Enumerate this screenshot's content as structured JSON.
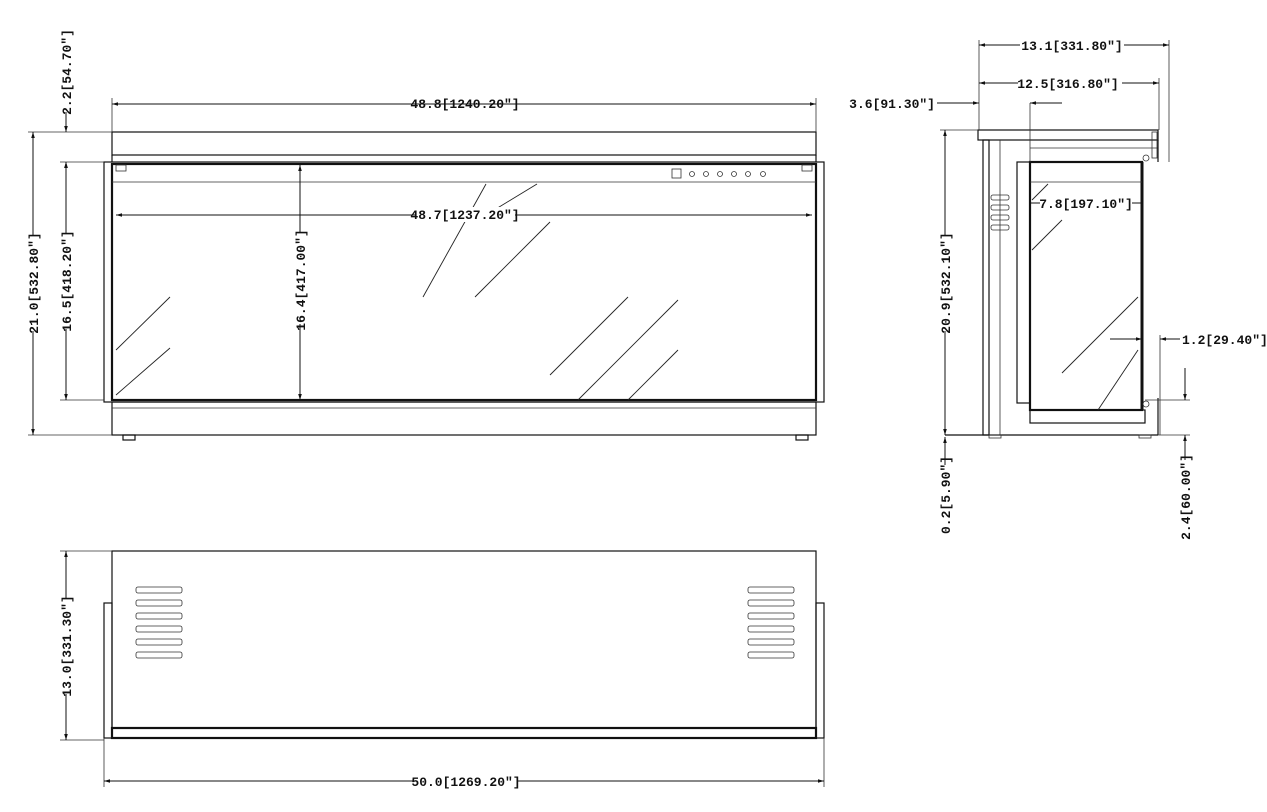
{
  "front_view": {
    "overall_width": "48.8[1240.20″]",
    "top_trim_height": "2.2[54.70″]",
    "overall_height": "21.0[532.80″]",
    "frame_height": "16.5[418.20″]",
    "glass_width": "48.7[1237.20″]",
    "glass_height": "16.4[417.00″]"
  },
  "side_view": {
    "overall_depth": "13.1[331.80″]",
    "top_depth": "12.5[316.80″]",
    "front_offset": "3.6[91.30″]",
    "glass_depth": "7.8[197.10″]",
    "overall_height": "20.9[532.10″]",
    "rear_offset": "1.2[29.40″]",
    "foot_height": "0.2[5.90″]",
    "base_height": "2.4[60.00″]"
  },
  "top_view": {
    "depth": "13.0[331.30″]",
    "overall_width": "50.0[1269.20″]"
  }
}
